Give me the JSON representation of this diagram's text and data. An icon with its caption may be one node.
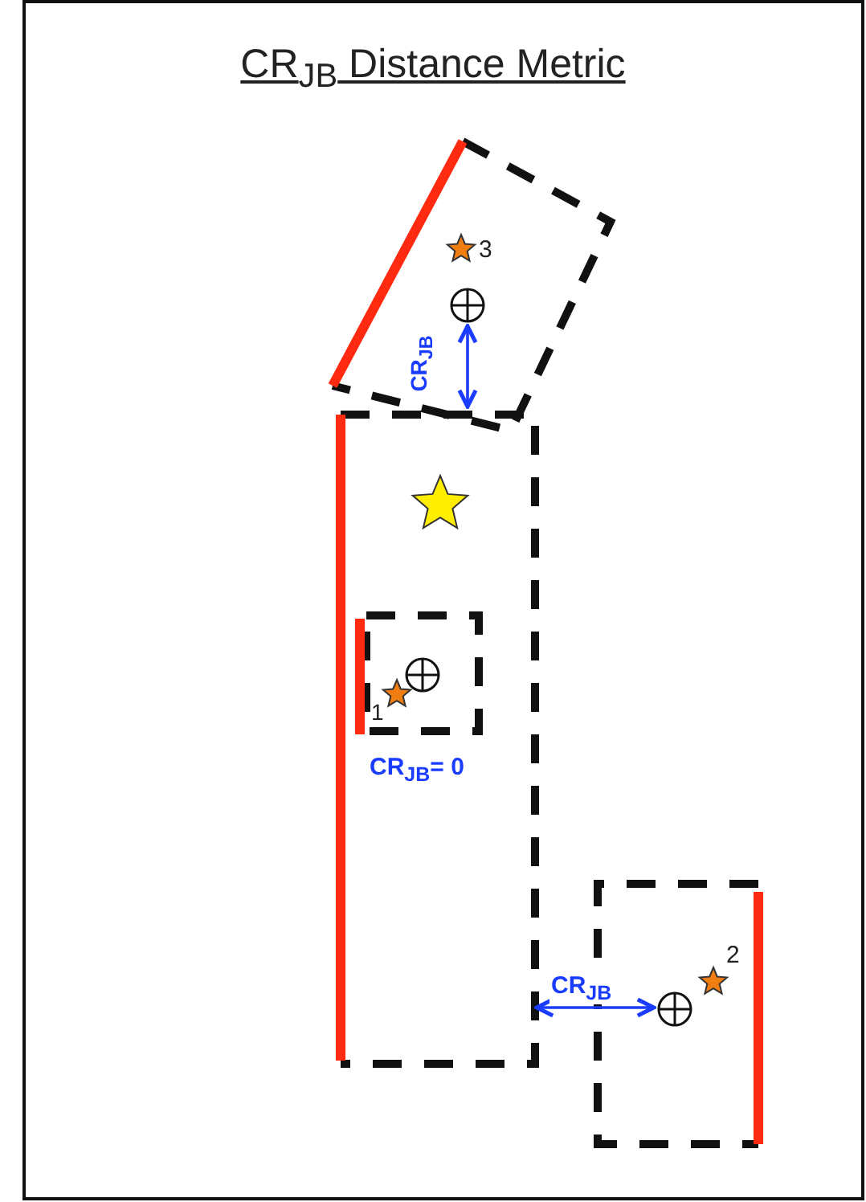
{
  "diagram": {
    "title": "CR$_{JB}$ Distance Metric",
    "labels": [
      "3",
      "CR$_{JB}$",
      "1",
      "CR$_{JB}$= 0",
      "2",
      "CR$_{JB}$"
    ]
  }
}
